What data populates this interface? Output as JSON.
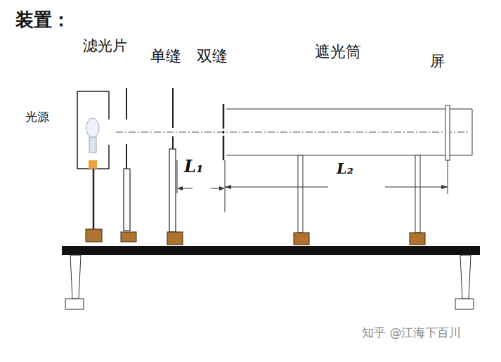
{
  "diagram": {
    "title": "装置：",
    "labels": [
      "滤光片",
      "单缝",
      "双缝",
      "遮光筒",
      "屏",
      "光源",
      "L₁",
      "L₂",
      "知乎 @江海下百川"
    ]
  }
}
